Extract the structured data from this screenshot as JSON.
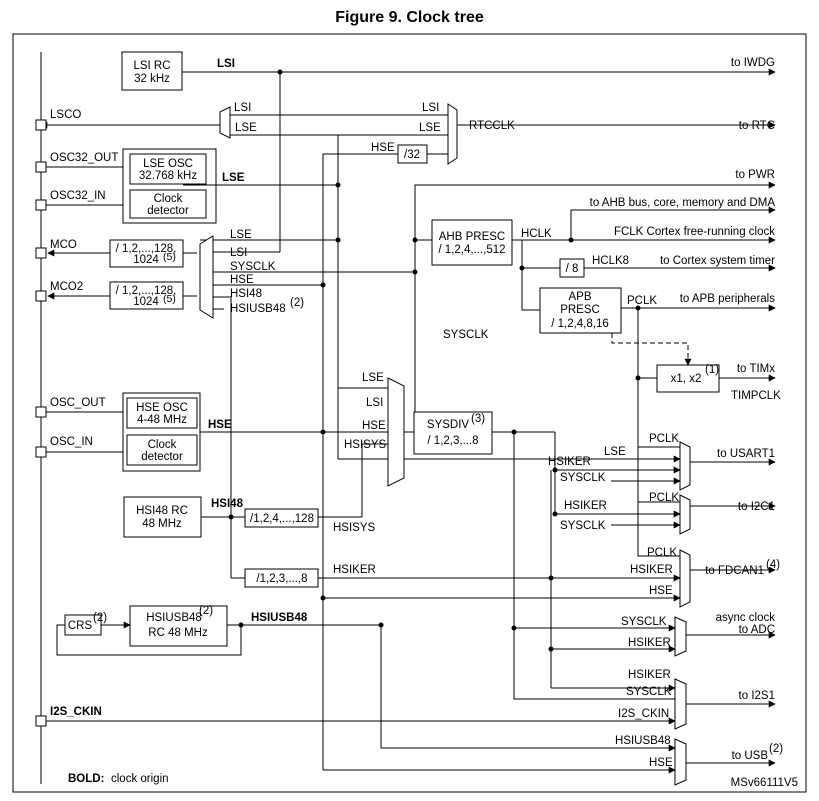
{
  "figure": {
    "title": "Figure 9. Clock tree",
    "ref": "MSv66111V5"
  },
  "legend": {
    "bold_label": "BOLD:",
    "text": "clock origin"
  },
  "pins": {
    "lsco": "LSCO",
    "osc32_out": "OSC32_OUT",
    "osc32_in": "OSC32_IN",
    "mco": "MCO",
    "mco2": "MCO2",
    "osc_out": "OSC_OUT",
    "osc_in": "OSC_IN",
    "i2s_ckin": "I2S_CKIN"
  },
  "blocks": {
    "lsirc": [
      "LSI RC",
      "32 kHz"
    ],
    "lseosc": [
      "LSE OSC",
      "32.768 kHz"
    ],
    "lsedet": [
      "Clock",
      "detector"
    ],
    "hseosc": [
      "HSE OSC",
      "4-48 MHz"
    ],
    "hsedet": [
      "Clock",
      "detector"
    ],
    "hsi48rc": [
      "HSI48 RC",
      "48 MHz"
    ],
    "hsiusb": [
      "HSIUSB48",
      "RC 48 MHz"
    ],
    "crs": "CRS",
    "div32": "/32",
    "ahb": [
      "AHB PRESC",
      "/ 1,2,4,...,512"
    ],
    "apb": [
      "APB",
      "PRESC",
      "/ 1,2,4,8,16"
    ],
    "div8": "/ 8",
    "x12": "x1, x2",
    "sysdiv": [
      "SYSDIV",
      "/ 1,2,3,...8"
    ],
    "mcodiv1": [
      "/ 1,2,...,128,",
      "1024"
    ],
    "mcodiv2": [
      "/ 1,2,...,128,",
      "1024"
    ],
    "hsi48div": "/1,2,4,...,128",
    "hsikerdiv": "/1,2,3,...,8"
  },
  "notes": {
    "n2": "(2)",
    "n3": "(3)",
    "n1": "(1)",
    "n4": "(4)",
    "n5": "(5)"
  },
  "signals": {
    "lsi": "LSI",
    "lse": "LSE",
    "hse": "HSE",
    "hsi48": "HSI48",
    "hsiusb48": "HSIUSB48",
    "rtcclk": "RTCCLK",
    "sysclk": "SYSCLK",
    "hsisys": "HSISYS",
    "hsiker": "HSIKER",
    "hclk": "HCLK",
    "hclk8": "HCLK8",
    "pclk": "PCLK",
    "timpclk": "TIMPCLK",
    "i2s_ckin": "I2S_CKIN"
  },
  "outputs": {
    "iwdg": "to IWDG",
    "rtc": "to RTC",
    "pwr": "to PWR",
    "ahb": "to AHB bus, core, memory and DMA",
    "fclk": "FCLK Cortex free-running clock",
    "systimer": "to Cortex system timer",
    "apb": "to APB peripherals",
    "timx": "to TIMx",
    "usart1": "to USART1",
    "i2c1": "to I2C1",
    "fdcan1": "to FDCAN1",
    "adc": [
      "async clock",
      "to ADC"
    ],
    "i2s1": "to I2S1",
    "usb": "to USB"
  }
}
